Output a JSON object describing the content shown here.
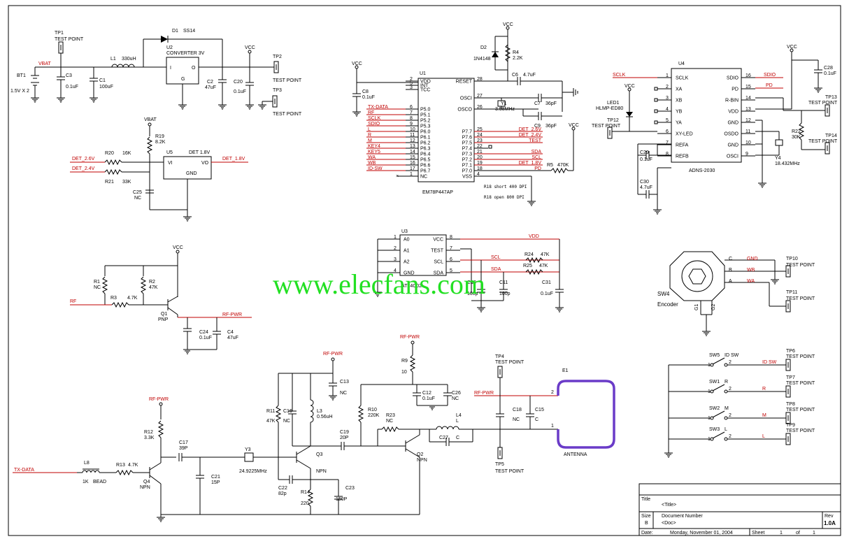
{
  "watermark": "www.elecfans.com",
  "title_block": {
    "title_label": "Title",
    "title_value": "<Title>",
    "size_label": "Size",
    "size_value": "B",
    "docnum_label": "Document Number",
    "docnum_value": "<Doc>",
    "rev_label": "Rev",
    "rev_value": "1.0A",
    "date_label": "Date:",
    "date_value": "Monday, November 01, 2004",
    "sheet_label": "Sheet",
    "sheet_value": "1",
    "of_label": "of",
    "of_value": "1"
  },
  "power": {
    "tp1": "TP1",
    "tp1_sub": "TEST POINT",
    "vbat": "VBAT",
    "bt1": "BT1",
    "bt1_val": "1.5V X 2",
    "c3": "C3",
    "c3_val": "0.1uF",
    "l1": "L1",
    "l1_val": "330uH",
    "c1": "C1",
    "c1_val": "100uF",
    "d1": "D1",
    "d1_val": "SS14",
    "u2": "U2",
    "u2_val": "CONVERTER 3V",
    "u2_pin_i": "I",
    "u2_pin_o": "O",
    "u2_pin_g": "G",
    "c2": "C2",
    "c2_val": "47uF",
    "c20": "C20",
    "c20_val": "0.1uF",
    "vcc": "VCC",
    "tp2": "TP2",
    "tp2_sub": "TEST POINT",
    "tp3": "TP3",
    "tp3_sub": "TEST POINT",
    "vbat2": "VBAT",
    "r19": "R19",
    "r19_val": "8.2K",
    "u5": "U5",
    "u5_val": "DET 1.8V",
    "u5_vi": "VI",
    "u5_vo": "VO",
    "u5_gnd": "GND",
    "r20": "R20",
    "r20_val": "16K",
    "r21": "R21",
    "r21_val": "33K",
    "det26": "DET_2.6V",
    "det24": "DET_2.4V",
    "det18": "DET_1.8V",
    "c25": "C25",
    "c25_val": "NC"
  },
  "rfpwr": {
    "vcc": "VCC",
    "r1": "R1",
    "r1_val": "NC",
    "r2": "R2",
    "r2_val": "47K",
    "r3": "R3",
    "r3_val": "4.7K",
    "rf": "RF",
    "q1": "Q1",
    "q1_val": "PNP",
    "rfpwr": "RF-PWR",
    "c24": "C24",
    "c24_val": "0.1uF",
    "c4": "C4",
    "c4_val": "47uF"
  },
  "u1": {
    "ref": "U1",
    "part": "EM78P447AP",
    "vcc": "VCC",
    "c8": "C8",
    "c8_val": "0.1uF",
    "left_nets": [
      "TX-DATA",
      "RF",
      "SCLK",
      "SDIO",
      "L",
      "R",
      "M",
      "KEY4",
      "KEY5",
      "WA",
      "WB",
      "ID-SW"
    ],
    "left_pins": [
      "VDD",
      "INT",
      "TCC",
      "P5.0",
      "P5.1",
      "P5.2",
      "P5.3",
      "P6.0",
      "P6.1",
      "P6.2",
      "P6.3",
      "P6.4",
      "P6.5",
      "P6.6",
      "P6.7",
      "NC"
    ],
    "left_nums": [
      "2",
      "5",
      "3",
      "6",
      "7",
      "8",
      "9",
      "10",
      "11",
      "12",
      "13",
      "14",
      "15",
      "16",
      "17",
      "1"
    ],
    "right_pins": [
      "RESET",
      "OSCI",
      "OSCO",
      "P7.7",
      "P7.6",
      "P7.5",
      "P7.4",
      "P7.3",
      "P7.2",
      "P7.1",
      "P7.0",
      "VSS"
    ],
    "right_nums": [
      "28",
      "27",
      "26",
      "25",
      "24",
      "23",
      "22",
      "21",
      "20",
      "19",
      "18",
      "4"
    ],
    "right_nets": [
      "DET_2.6V",
      "DET_2.4V",
      "TEST",
      "SDA",
      "SCL",
      "DET_1.8V",
      "PD"
    ],
    "d2": "D2",
    "d2_val": "1N4148",
    "r4": "R4",
    "r4_val": "2.2K",
    "vcc2": "VCC",
    "c6": "C6",
    "c6_val": "4.7uF",
    "y1": "Y1",
    "y1_val": "3.58MHz",
    "c7": "C7",
    "c7_val": "36pF",
    "c9": "C9",
    "c9_val": "36pF",
    "r5": "R5",
    "r5_val": "470K",
    "vcc3": "VCC",
    "note1": "R18 short 400 DPI",
    "note2": "R18 open 800 DPI"
  },
  "u4": {
    "ref": "U4",
    "part": "ADNS-2030",
    "left_pins": [
      "SCLK",
      "XA",
      "XB",
      "YB",
      "YA",
      "XY-LED",
      "REFA",
      "REFB"
    ],
    "left_nums": [
      "1",
      "2",
      "3",
      "4",
      "5",
      "6",
      "7",
      "8"
    ],
    "right_pins": [
      "SDIO",
      "PD",
      "R-BIN",
      "VDD",
      "GND",
      "OSDO",
      "GND",
      "OSCI"
    ],
    "right_nums": [
      "16",
      "15",
      "14",
      "13",
      "12",
      "11",
      "10",
      "9"
    ],
    "sclk": "SCLK",
    "sdio": "SDIO",
    "pd": "PD",
    "vcc": "VCC",
    "vcc2": "VCC",
    "c28": "C28",
    "c28_val": "0.1uF",
    "led1": "LED1",
    "led1_val": "HLMP-ED80",
    "tp12": "TP12",
    "tp12_sub": "TEST POINT",
    "tp13": "TP13",
    "tp13_sub": "TEST POINT",
    "tp14": "TP14",
    "tp14_sub": "TEST POINT",
    "r22": "R22",
    "r22_val": "30K",
    "y4": "Y4",
    "y4_val": "18.432MHz",
    "c29": "C29",
    "c29_val": "0.1uF",
    "c30": "C30",
    "c30_val": "4.7uF"
  },
  "u3": {
    "ref": "U3",
    "part": "AT24C02",
    "left_pins": [
      "A0",
      "A1",
      "A2",
      "GND"
    ],
    "left_nums": [
      "1",
      "2",
      "3",
      "4"
    ],
    "right_pins": [
      "VCC",
      "TEST",
      "SCL",
      "SDA"
    ],
    "right_nums": [
      "8",
      "7",
      "6",
      "5"
    ],
    "vdd": "VDD",
    "scl": "SCL",
    "sda": "SDA",
    "r24": "R24",
    "r24_val": "47K",
    "r25": "R25",
    "r25_val": "47K",
    "c10": "C10",
    "c10_val": "100p",
    "c11": "C11",
    "c11_val": "100p",
    "c31": "C31",
    "c31_val": "0.1uF"
  },
  "encoder": {
    "ref": "SW4",
    "val": "Encoder",
    "pin_c": "C",
    "pin_b": "B",
    "pin_a": "A",
    "net_gnd": "GND",
    "net_wb": "WB",
    "net_wa": "WA",
    "g1": "G1",
    "g2": "G2",
    "tp10": "TP10",
    "tp10_sub": "TEST POINT",
    "tp11": "TP11",
    "tp11_sub": "TEST POINT"
  },
  "switches": {
    "items": [
      {
        "ref": "SW5",
        "val": "ID SW",
        "net": "ID SW",
        "tp": "TP6",
        "tp_sub": "TEST POINT"
      },
      {
        "ref": "SW1",
        "val": "R",
        "net": "R",
        "tp": "TP7",
        "tp_sub": "TEST POINT"
      },
      {
        "ref": "SW2",
        "val": "M",
        "net": "M",
        "tp": "TP8",
        "tp_sub": "TEST POINT"
      },
      {
        "ref": "SW3",
        "val": "L",
        "net": "L",
        "tp": "TP9",
        "tp_sub": "TEST POINT"
      }
    ]
  },
  "rf": {
    "rfpwr1": "RF-PWR",
    "rfpwr2": "RF-PWR",
    "rfpwr3": "RF-PWR",
    "rfpwr4": "RF-PWR",
    "txdata": "TX-DATA",
    "l8": "L8",
    "l8_val": "1K",
    "l8_val2": "BEAD",
    "r13": "R13",
    "r13_val": "4.7K",
    "r12": "R12",
    "r12_val": "3.3K",
    "q4": "Q4",
    "q4_val": "NPN",
    "c17": "C17",
    "c17_val": "39P",
    "c21": "C21",
    "c21_val": "15P",
    "y3": "Y3",
    "y3_val": "24.9225MHz",
    "r11": "R11",
    "r11_val": "47K",
    "c16": "C16",
    "c16_val": "NC",
    "l3": "L3",
    "l3_val": "0.56uH",
    "c13": "C13",
    "c13_val": "NC",
    "q3": "Q3",
    "q3_val": "NPN",
    "c22": "C22",
    "c22_val": "82p",
    "r14": "R14",
    "r14_val": "220",
    "c23": "C23",
    "c23_val": "150P",
    "c19": "C19",
    "c19_val": "20P",
    "r9": "R9",
    "r9_val": "10",
    "c12": "C12",
    "c12_val": "0.1uF",
    "c26": "C26",
    "c26_val": "NC",
    "r10": "R10",
    "r10_val": "220K",
    "r23": "R23",
    "r23_val": "NC",
    "q2": "Q2",
    "q2_val": "NPN",
    "l4": "L4",
    "l4_val": "L",
    "c27": "C27",
    "c27_val": "C",
    "tp4": "TP4",
    "tp4_sub": "TEST POINT",
    "tp5": "TP5",
    "tp5_sub": "TEST POINT",
    "c18": "C18",
    "c18_val": "NC",
    "c15": "C15",
    "c15_val": "C",
    "e1": "E1",
    "antenna": "ANTENNA"
  }
}
